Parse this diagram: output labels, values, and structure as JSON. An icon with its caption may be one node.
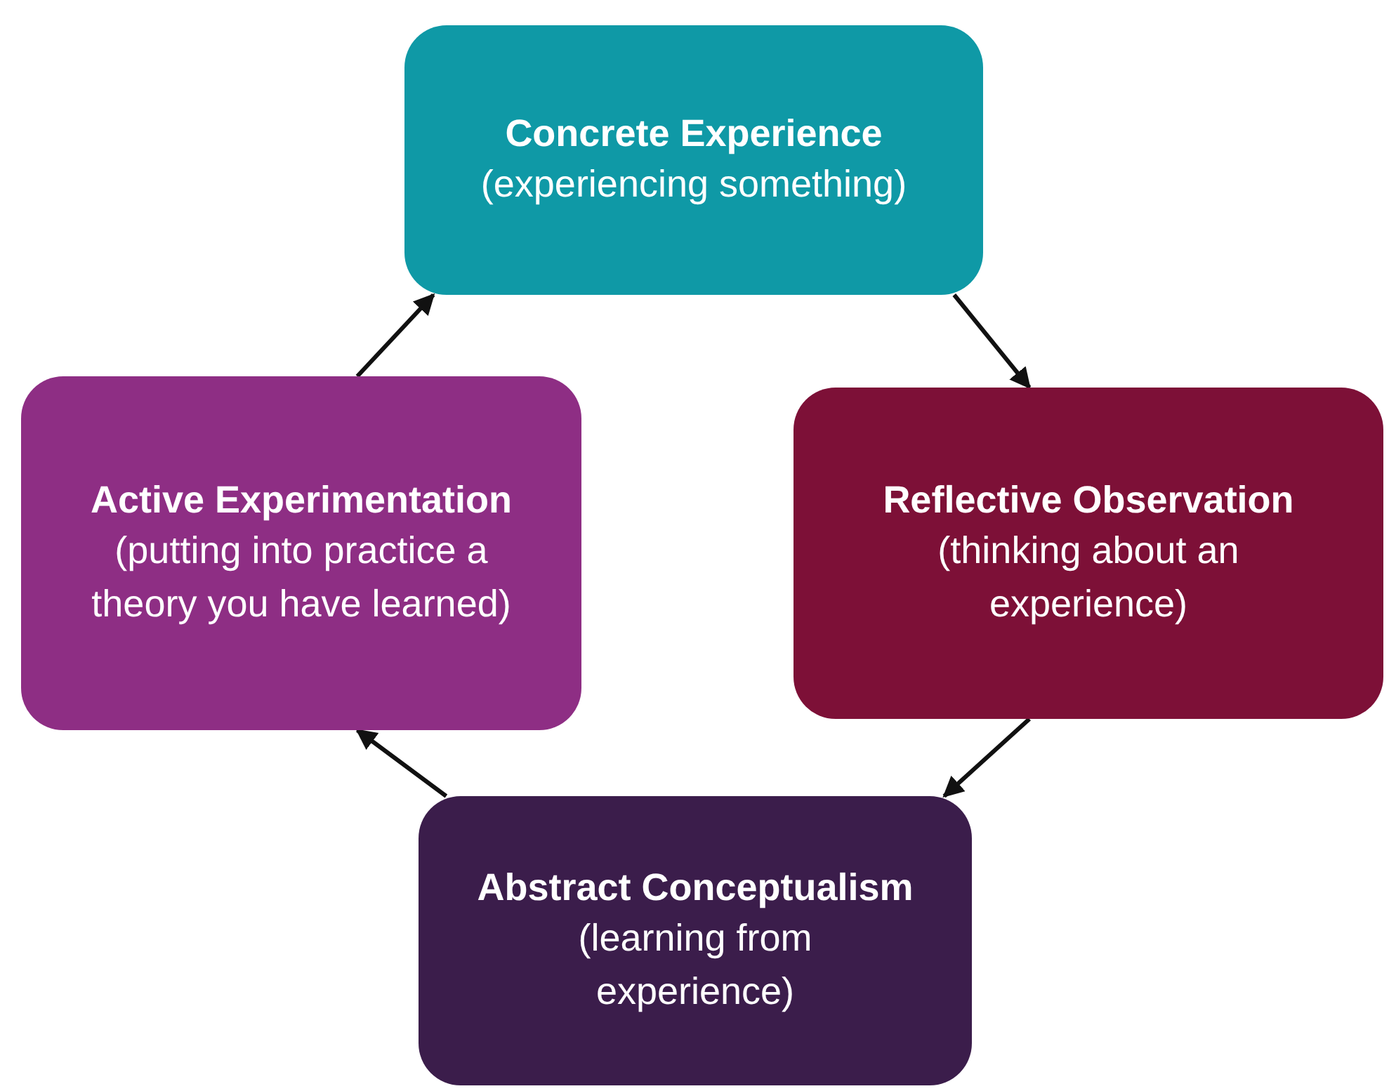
{
  "diagram": {
    "nodes": [
      {
        "text": [
          "Concrete Experience",
          "(experiencing something)"
        ]
      },
      {
        "text": [
          "Reflective Observation",
          "(thinking about an experience)"
        ]
      },
      {
        "text": [
          "Abstract Conceptualism",
          "(learning from experience)"
        ]
      },
      {
        "text": [
          "Active Experimentation",
          "(putting into practice a theory you have learned)"
        ]
      }
    ],
    "edges": [
      {
        "from": 0,
        "to": 1,
        "arrow": "to"
      },
      {
        "from": 1,
        "to": 2,
        "arrow": "to"
      },
      {
        "from": 2,
        "to": 3,
        "arrow": "to"
      },
      {
        "from": 3,
        "to": 0,
        "arrow": "to"
      }
    ]
  }
}
